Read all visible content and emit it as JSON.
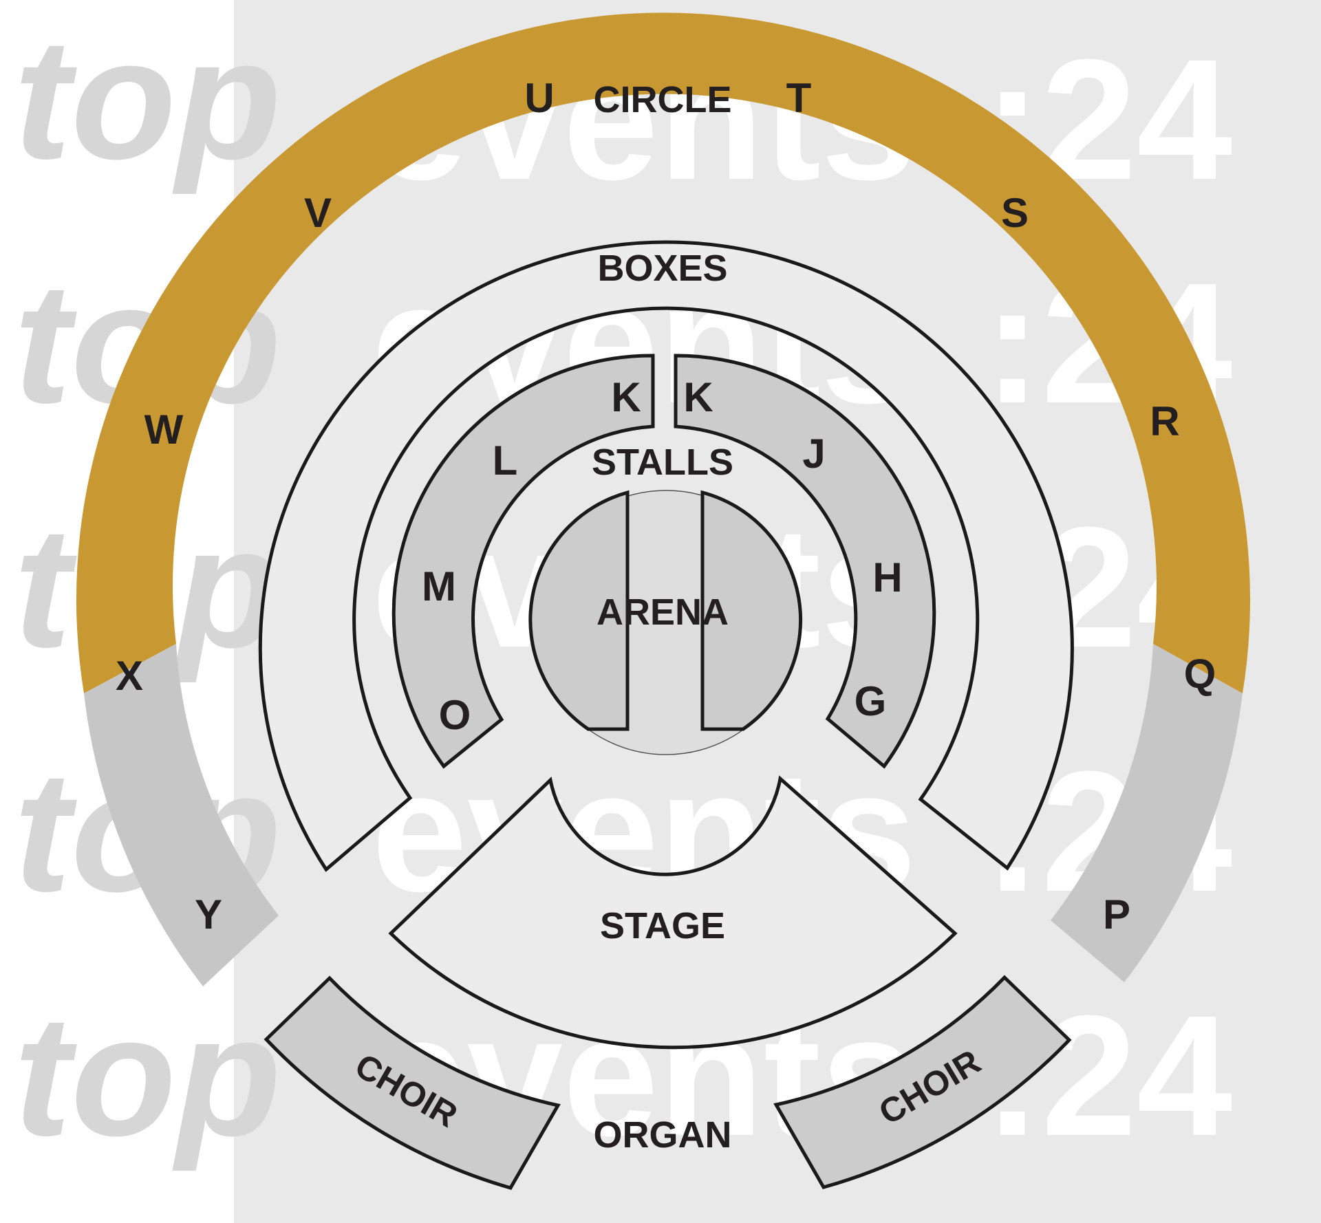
{
  "colors": {
    "background": "#e9e9e9",
    "left_strip": "#ffffff",
    "watermark": "#ffffff",
    "circle_gold": "#c89833",
    "circle_grey": "#c6c6c6",
    "section_grey": "#cccccc",
    "section_white": "#ececec",
    "outline": "#1a1a1a",
    "label": "#231f20"
  },
  "watermark": {
    "brand_top": "top",
    "brand_events": "events",
    "brand_number": ":24"
  },
  "sections": {
    "circle": "CIRCLE",
    "boxes": "BOXES",
    "stalls": "STALLS",
    "arena": "ARENA",
    "stage": "STAGE",
    "organ": "ORGAN",
    "choir_left": "CHOIR",
    "choir_right": "CHOIR"
  },
  "circle_blocks": {
    "u": "U",
    "t": "T",
    "v": "V",
    "s": "S",
    "w": "W",
    "r": "R",
    "x": "X",
    "q": "Q",
    "y": "Y",
    "p": "P"
  },
  "stalls_blocks": {
    "k_left": "K",
    "k_right": "K",
    "l": "L",
    "j": "J",
    "m": "M",
    "h": "H",
    "o": "O",
    "g": "G"
  }
}
